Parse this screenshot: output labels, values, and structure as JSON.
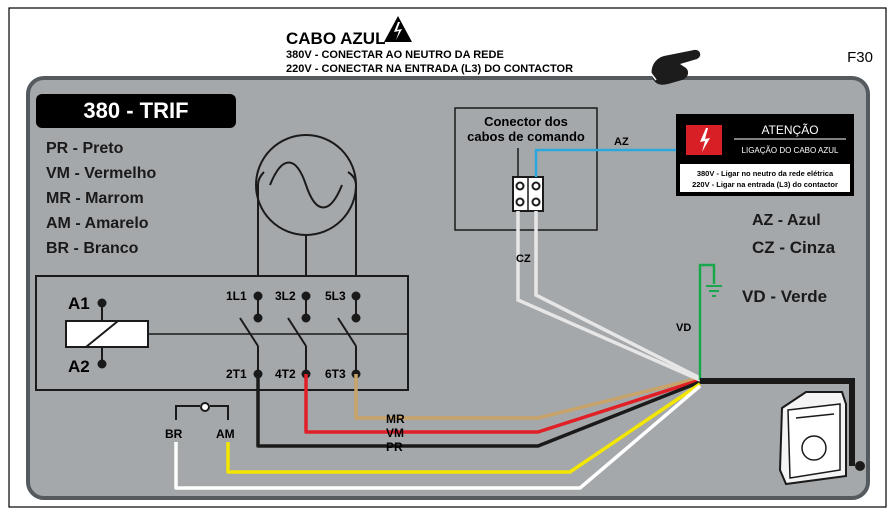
{
  "top_warning": {
    "title": "CABO AZUL",
    "line1": "380V - CONECTAR AO NEUTRO DA REDE",
    "line2": "220V - CONECTAR NA ENTRADA (L3) DO CONTACTOR"
  },
  "figure_code": "F30",
  "mode_label": "380 - TRIF",
  "legend_left": [
    "PR - Preto",
    "VM - Vermelho",
    "MR - Marrom",
    "AM - Amarelo",
    "BR - Branco"
  ],
  "legend_right": [
    "AZ - Azul",
    "CZ - Cinza"
  ],
  "ground_label": "VD - Verde",
  "connector": {
    "title_line1": "Conector dos",
    "title_line2": "cabos de comando",
    "az_label": "AZ",
    "cz_label": "CZ"
  },
  "attention_box": {
    "title": "ATENÇÃO",
    "subtitle": "LIGAÇÃO DO CABO AZUL",
    "line1": "380V - Ligar no neutro da rede elétrica",
    "line2": "220V - Ligar na entrada (L3) do contactor"
  },
  "contactor": {
    "coil_a1": "A1",
    "coil_a2": "A2",
    "top_terminals": [
      "1L1",
      "3L2",
      "5L3"
    ],
    "bottom_terminals": [
      "2T1",
      "4T2",
      "6T3"
    ]
  },
  "switch_labels": {
    "left": "BR",
    "right": "AM"
  },
  "wire_labels": {
    "mr": "MR",
    "vm": "VM",
    "pr": "PR",
    "vd": "VD"
  },
  "colors": {
    "panel": "#a5a8ab",
    "panel_border": "#555a5e",
    "az": "#2aa7dc",
    "cz": "#e6e6e6",
    "mr": "#c8a36a",
    "vm": "#e01f26",
    "pr": "#1a1a1a",
    "am": "#f3e600",
    "br": "#ffffff",
    "vd": "#1aa64a",
    "warning_red": "#d91f26"
  }
}
